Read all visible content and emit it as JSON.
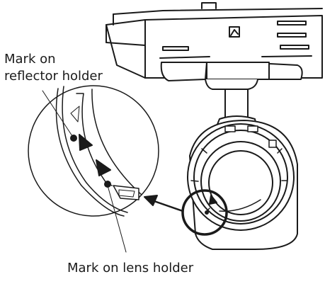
{
  "labels": {
    "reflector_line1": "Mark on",
    "reflector_line2": "reflector holder",
    "lens": "Mark on lens holder"
  },
  "colors": {
    "ink": "#1a1a1a",
    "background": "#ffffff"
  }
}
